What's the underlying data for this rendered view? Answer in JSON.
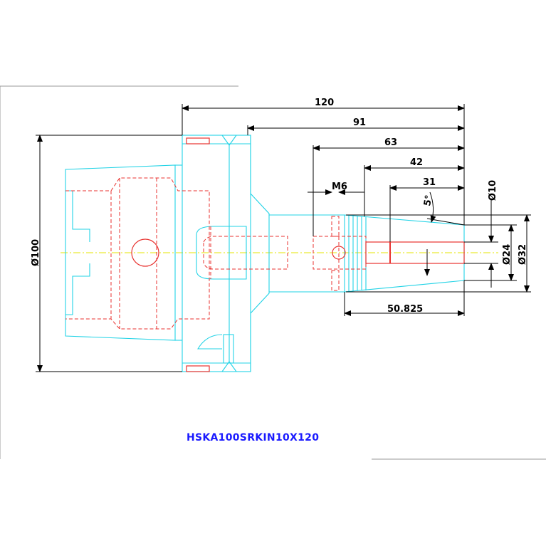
{
  "drawing": {
    "part_number": "HSKA100SRKIN10X120",
    "dimensions": {
      "overall_length": "120",
      "length_91": "91",
      "length_63": "63",
      "length_42": "42",
      "length_31": "31",
      "thread": "M6",
      "taper_angle": "5°",
      "dia_10": "Ø10",
      "dia_24": "Ø24",
      "dia_32": "Ø32",
      "dia_100": "Ø100",
      "length_50_825": "50.825"
    },
    "colors": {
      "outline": "#22d3e6",
      "hidden_lines": "#e8322f",
      "dimensions": "#000000",
      "centerline": "#e6e600",
      "title": "#1a1aff"
    }
  }
}
